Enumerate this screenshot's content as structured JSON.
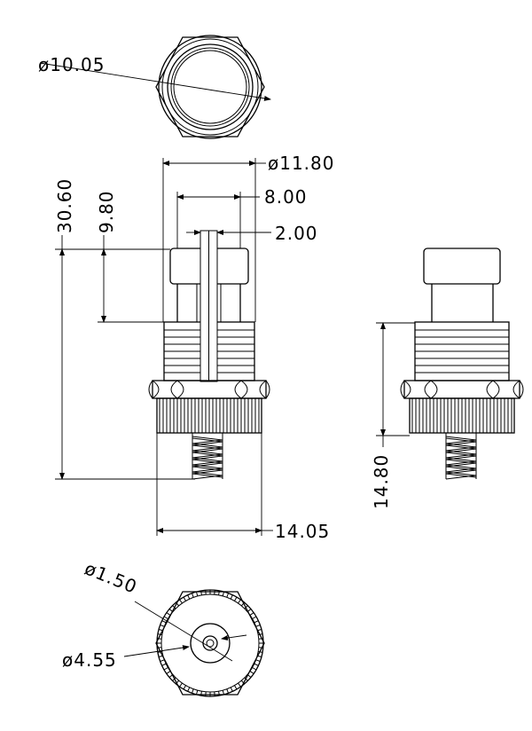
{
  "drawing": {
    "top_view": {
      "diameter_label": "ø10.05"
    },
    "front_view": {
      "cap_width_label": "ø11.80",
      "stem_width_label": "8.00",
      "slot_width_label": "2.00",
      "overall_height_label": "30.60",
      "cap_height_label": "9.80",
      "knurl_width_label": "14.05"
    },
    "side_view": {
      "height_label": "14.80"
    },
    "bottom_view": {
      "pin_diameter_label": "ø1.50",
      "boss_diameter_label": "ø4.55"
    }
  }
}
